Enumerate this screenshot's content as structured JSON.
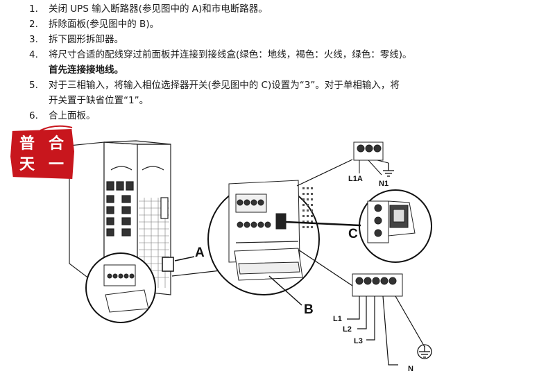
{
  "steps": [
    {
      "num": "1.",
      "text": "关闭 UPS 输入断路器(参见图中的 A)和市电断路器。"
    },
    {
      "num": "2.",
      "text": "拆除面板(参见图中的 B)。"
    },
    {
      "num": "3.",
      "text": "拆下圆形拆卸器。"
    },
    {
      "num": "4.",
      "text": "将尺寸合适的配线穿过前面板并连接到接线盒(绿色：地线，褐色：火线，绿色：零线)。",
      "extra": "首先连接接地线。"
    },
    {
      "num": "5.",
      "text": "对于三相输入，将输入相位选择器开关(参见图中的 C)设置为“3”。对于单相输入，将",
      "extra": "开关置于缺省位置“1”。"
    },
    {
      "num": "6.",
      "text": "合上面板。"
    }
  ],
  "stamp": {
    "chars": [
      "普",
      "合",
      "天",
      "一"
    ],
    "color": "#c8161d"
  },
  "diagram": {
    "callouts": {
      "a": "A",
      "b": "B",
      "c": "C"
    },
    "terminal_top": {
      "l1a": "L1A",
      "n1": "N1"
    },
    "terminal_bottom": {
      "l1": "L1",
      "l2": "L2",
      "l3": "L3",
      "n": "N"
    },
    "icons": [
      "ground-icon",
      "protective-earth-icon"
    ]
  }
}
